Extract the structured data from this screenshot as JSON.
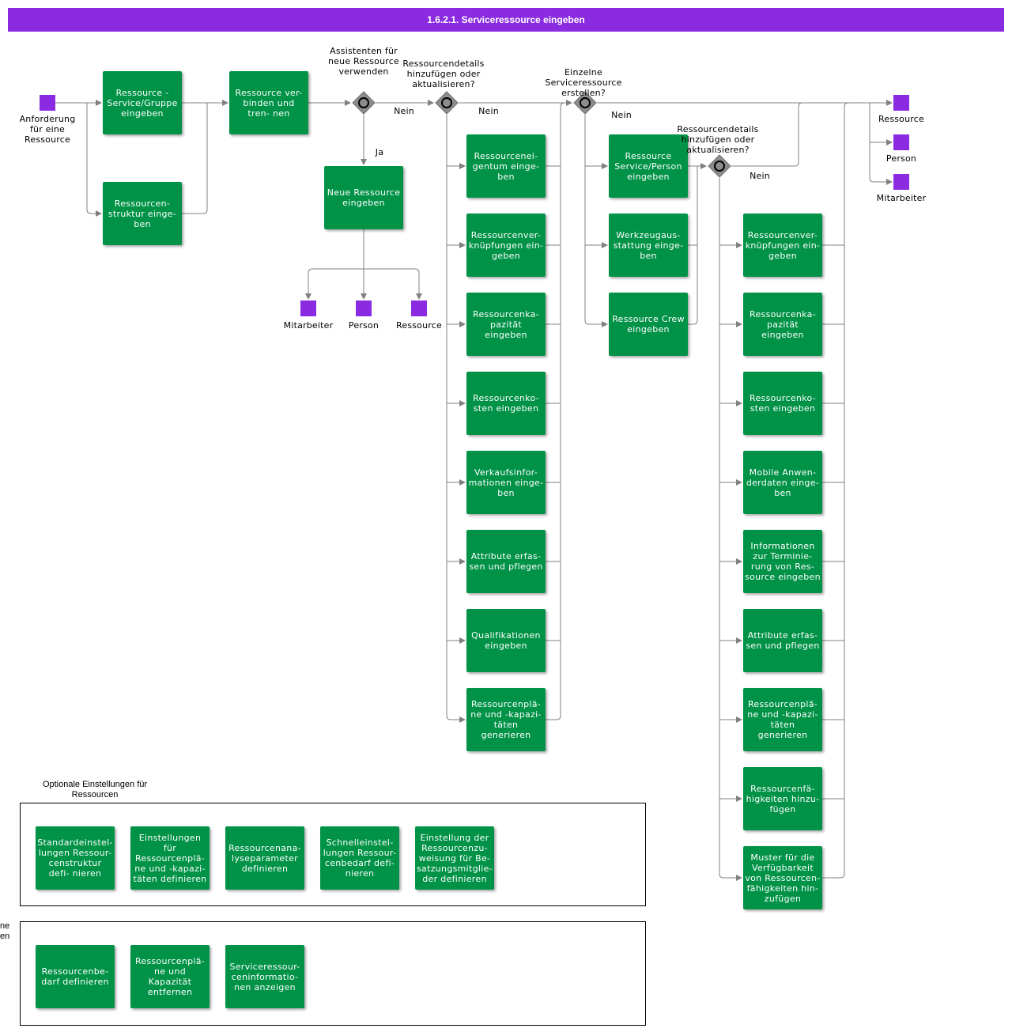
{
  "header": {
    "title": "1.6.2.1. Serviceressource eingeben"
  },
  "colors": {
    "header": "#8a2be2",
    "task": "#009246",
    "event": "#8a2be2",
    "gateway": "#8c8c8c",
    "line": "#808080"
  },
  "events": {
    "start": "Anforderung für eine Ressource",
    "wizard_mitarbeiter": "Mitarbeiter",
    "wizard_person": "Person",
    "wizard_ressource": "Ressource",
    "end_ressource": "Ressource",
    "end_person": "Person",
    "end_mitarbeiter": "Mitarbeiter"
  },
  "gateways": {
    "g1": "Assistenten für neue Ressource verwenden",
    "g2": "Ressourcendetails hinzufügen oder aktualisieren?",
    "g3": "Einzelne Serviceressource erstellen?",
    "g4": "Ressourcendetails hinzufügen oder aktualisieren?"
  },
  "flow_labels": {
    "nein1": "Nein",
    "nein2": "Nein",
    "nein3": "Nein",
    "nein4": "Nein",
    "ja": "Ja"
  },
  "tasks": {
    "t1": "Ressource - Service/Gruppe eingeben",
    "t2": "Ressourcen- struktur einge- ben",
    "t3": "Ressource ver- binden und tren- nen",
    "t4": "Neue Ressource eingeben",
    "colA": [
      "Ressourcenei- gentum einge- ben",
      "Ressourcenver- knüpfungen ein- geben",
      "Ressourcenka- pazität eingeben",
      "Ressourcenko- sten eingeben",
      "Verkaufsinfor- mationen einge- ben",
      "Attribute erfas- sen und pflegen",
      "Qualifikationen eingeben",
      "Ressourcenplä- ne und -kapazi- täten generieren"
    ],
    "colB": [
      "Ressource Service/Person eingeben",
      "Werkzeugaus- stattung einge- ben",
      "Ressource Crew eingeben"
    ],
    "colC": [
      "Ressourcenver- knüpfungen ein- geben",
      "Ressourcenka- pazität eingeben",
      "Ressourcenko- sten eingeben",
      "Mobile Anwen- derdaten einge- ben",
      "Informationen zur Terminie- rung von Res- source eingeben",
      "Attribute erfas- sen und pflegen",
      "Ressourcenplä- ne und -kapazi- täten generieren",
      "Ressourcenfä- higkeiten hinzu- fügen",
      "Muster für die Verfügbarkeit von Ressourcen- fähigkeiten hin- zufügen"
    ]
  },
  "groups": {
    "optional": {
      "title": "Optionale Einstellungen für Ressourcen",
      "tasks": [
        "Standardeinstel- lungen Ressour- censtruktur defi- nieren",
        "Einstellungen für Ressourcenplä- ne und -kapazi- täten definieren",
        "Ressourcenana- lyseparameter definieren",
        "Schnelleinstel- lungen Ressour- cenbedarf defi- nieren",
        "Einstellung der Ressourcenzu- weisung für Be- satzungsmitglie- der definieren"
      ]
    },
    "second": {
      "title_line1": "ne",
      "title_line2": "en",
      "tasks": [
        "Ressourcenbe- darf definieren",
        "Ressourcenplä- ne und Kapazität entfernen",
        "Serviceressour- ceninformatio- nen anzeigen"
      ]
    }
  }
}
